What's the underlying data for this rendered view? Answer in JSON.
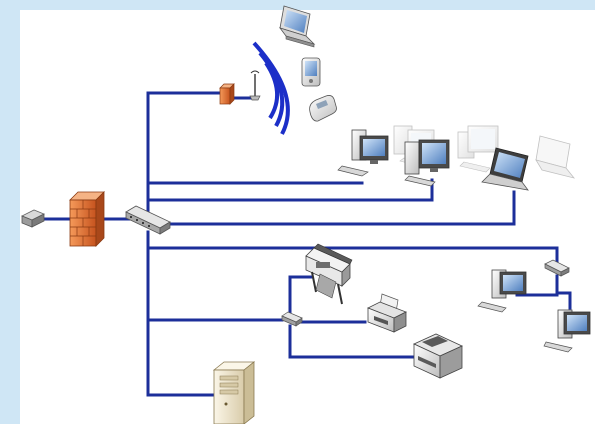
{
  "diagram": {
    "type": "network-topology",
    "colors": {
      "frame": "#cfe6f5",
      "canvas": "#ffffff",
      "cable": "#1c2f9a",
      "wireless": "#1c2fc8",
      "firewall": "#e06a2c",
      "server": "#efe6cf",
      "device_light": "#eeeeee",
      "device_dark": "#4a4a4a",
      "screen": "#7fa7d8"
    },
    "nodes": [
      {
        "id": "modem",
        "icon": "modem-icon"
      },
      {
        "id": "firewall",
        "icon": "firewall-icon"
      },
      {
        "id": "core-switch",
        "icon": "switch-icon"
      },
      {
        "id": "access-point",
        "icon": "wireless-access-point-icon"
      },
      {
        "id": "laptop-wireless",
        "icon": "laptop-icon"
      },
      {
        "id": "pda",
        "icon": "pda-icon"
      },
      {
        "id": "cell-phone",
        "icon": "cell-phone-icon"
      },
      {
        "id": "desktop-1",
        "icon": "desktop-pc-icon"
      },
      {
        "id": "desktop-2",
        "icon": "desktop-pc-icon"
      },
      {
        "id": "laptop-wired",
        "icon": "laptop-icon"
      },
      {
        "id": "remote-switch",
        "icon": "switch-icon"
      },
      {
        "id": "remote-pc-1",
        "icon": "desktop-pc-icon"
      },
      {
        "id": "remote-pc-2",
        "icon": "desktop-pc-icon"
      },
      {
        "id": "printer-hub",
        "icon": "hub-icon"
      },
      {
        "id": "plotter",
        "icon": "plotter-icon"
      },
      {
        "id": "printer",
        "icon": "printer-icon"
      },
      {
        "id": "fax-copier",
        "icon": "fax-copier-icon"
      },
      {
        "id": "server",
        "icon": "server-tower-icon"
      }
    ],
    "links": [
      [
        "modem",
        "firewall"
      ],
      [
        "firewall",
        "core-switch"
      ],
      [
        "core-switch",
        "access-point"
      ],
      [
        "core-switch",
        "desktop-1"
      ],
      [
        "core-switch",
        "desktop-2"
      ],
      [
        "core-switch",
        "laptop-wired"
      ],
      [
        "core-switch",
        "remote-switch"
      ],
      [
        "remote-switch",
        "remote-pc-1"
      ],
      [
        "remote-switch",
        "remote-pc-2"
      ],
      [
        "core-switch",
        "printer-hub"
      ],
      [
        "printer-hub",
        "plotter"
      ],
      [
        "printer-hub",
        "printer"
      ],
      [
        "printer-hub",
        "fax-copier"
      ],
      [
        "core-switch",
        "server"
      ],
      [
        "access-point",
        "laptop-wireless"
      ],
      [
        "access-point",
        "pda"
      ],
      [
        "access-point",
        "cell-phone"
      ]
    ]
  }
}
